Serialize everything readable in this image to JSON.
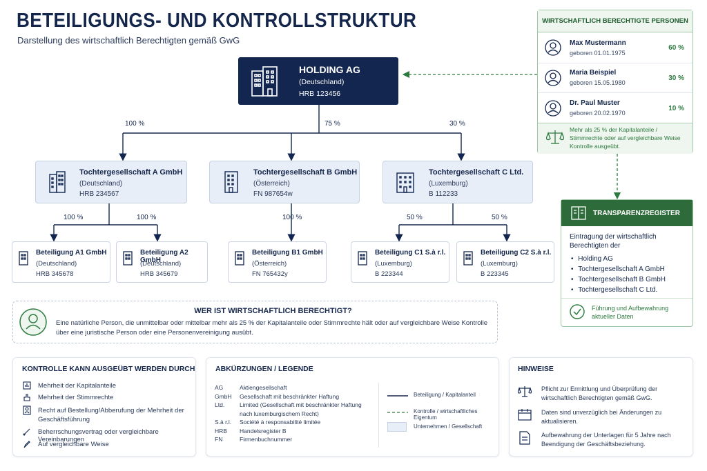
{
  "header": {
    "title": "BETEILIGUNGS- UND KONTROLLSTRUKTUR",
    "subtitle": "Darstellung des wirtschaftlich Berechtigten gemäß GwG"
  },
  "holding": {
    "name": "HOLDING AG",
    "country": "(Deutschland)",
    "reg": "HRB 123456"
  },
  "holding_shares": [
    "100 %",
    "75 %",
    "30 %"
  ],
  "subsidiaries": [
    {
      "name": "Tochtergesellschaft A GmbH",
      "country": "(Deutschland)",
      "reg": "HRB 234567"
    },
    {
      "name": "Tochtergesellschaft B GmbH",
      "country": "(Österreich)",
      "reg": "FN 987654w"
    },
    {
      "name": "Tochtergesellschaft C Ltd.",
      "country": "(Luxemburg)",
      "reg": "B 112233"
    }
  ],
  "sub_shares": [
    "100 %",
    "100 %",
    "100 %",
    "50 %",
    "50 %"
  ],
  "participations": [
    {
      "name": "Beteiligung A1 GmbH",
      "country": "(Deutschland)",
      "reg": "HRB 345678"
    },
    {
      "name": "Beteiligung A2 GmbH",
      "country": "(Deutschland)",
      "reg": "HRB 345679"
    },
    {
      "name": "Beteiligung B1 GmbH",
      "country": "(Österreich)",
      "reg": "FN 765432y"
    },
    {
      "name": "Beteiligung C1 S.à r.l.",
      "country": "(Luxemburg)",
      "reg": "B 223344"
    },
    {
      "name": "Beteiligung C2 S.à r.l.",
      "country": "(Luxemburg)",
      "reg": "B 223345"
    }
  ],
  "beneficial_owners": {
    "heading": "WIRTSCHAFTLICH BERECHTIGTE PERSONEN",
    "persons": [
      {
        "name": "Max Mustermann",
        "born": "geboren 01.01.1975",
        "share": "60 %"
      },
      {
        "name": "Maria Beispiel",
        "born": "geboren 15.05.1980",
        "share": "30 %"
      },
      {
        "name": "Dr. Paul Muster",
        "born": "geboren 20.02.1970",
        "share": "10 %"
      }
    ],
    "note": "Mehr als 25 % der Kapitalanteile / Stimmrechte oder auf vergleichbare Weise Kontrolle ausgeübt."
  },
  "register": {
    "heading": "TRANSPARENZREGISTER",
    "intro": "Eintragung der wirtschaftlich Berechtigten der",
    "items": [
      "Holding AG",
      "Tochtergesellschaft A GmbH",
      "Tochtergesellschaft B GmbH",
      "Tochtergesellschaft C Ltd."
    ],
    "footer": "Führung und Aufbewahrung aktueller Daten"
  },
  "who": {
    "heading": "WER IST WIRTSCHAFTLICH BERECHTIGT?",
    "text": "Eine natürliche Person, die unmittelbar oder mittelbar mehr als 25 % der Kapitalanteile oder Stimmrechte hält oder auf vergleichbare Weise Kontrolle über eine juristische Person oder eine Personenvereinigung ausübt."
  },
  "control": {
    "heading": "KONTROLLE KANN AUSGEÜBT WERDEN DURCH",
    "items": [
      "Mehrheit der Kapitalanteile",
      "Mehrheit der Stimmrechte",
      "Recht auf Bestellung/Abberufung der Mehrheit der Geschäftsführung",
      "Beherrschungsvertrag oder vergleichbare Vereinbarungen",
      "Auf vergleichbare Weise"
    ]
  },
  "legend": {
    "heading": "ABKÜRZUNGEN / LEGENDE",
    "abbr": [
      {
        "k": "AG",
        "v": "Aktiengesellschaft"
      },
      {
        "k": "GmbH",
        "v": "Gesellschaft mit beschränkter Haftung"
      },
      {
        "k": "Ltd.",
        "v": "Limited (Gesellschaft mit beschränkter Haftung nach luxemburgischem Recht)"
      },
      {
        "k": "S.à r.l.",
        "v": "Société à responsabilité limitée"
      },
      {
        "k": "HRB",
        "v": "Handelsregister B"
      },
      {
        "k": "FN",
        "v": "Firmenbuchnummer"
      }
    ],
    "keys": [
      "Beteiligung / Kapitalanteil",
      "Kontrolle / wirtschaftliches Eigentum",
      "Unternehmen / Gesellschaft"
    ]
  },
  "notes": {
    "heading": "HINWEISE",
    "items": [
      "Pflicht zur Ermittlung und Überprüfung der wirtschaftlich Berechtigten gemäß GwG.",
      "Daten sind unverzüglich bei Änderungen zu aktualisieren.",
      "Aufbewahrung der Unterlagen für 5 Jahre nach Beendigung der Geschäftsbeziehung."
    ]
  },
  "colors": {
    "navy": "#13264f",
    "green": "#2d7a3e",
    "light": "#e8eef8"
  }
}
